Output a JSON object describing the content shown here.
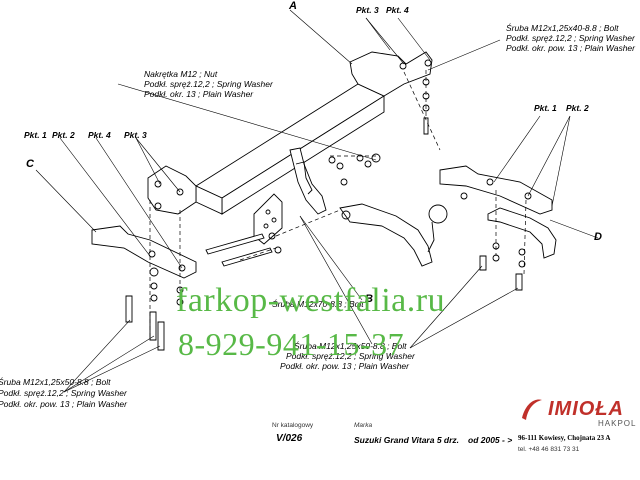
{
  "parts": {
    "A": "A",
    "C": "C",
    "D": "D",
    "B": "B"
  },
  "pkt_labels": {
    "top_3": "Pkt. 3",
    "top_4": "Pkt. 4",
    "left_1": "Pkt. 1",
    "left_2": "Pkt. 2",
    "left_4": "Pkt. 4",
    "left_3": "Pkt. 3",
    "right_1": "Pkt. 1",
    "right_2": "Pkt. 2"
  },
  "callouts": {
    "nut_1": "Nakrętka  M12 ; Nut",
    "nut_2": "Podkł. spręż.12,2 ; Spring Washer",
    "nut_3": "Podkł. okr. 13 ; Plain Washer",
    "top_bolt_1": "Śruba M12x1,25x40-8.8 ;  Bolt",
    "top_bolt_2": "Podkł. spręż.12,2 ; Spring Washer",
    "top_bolt_3": "Podkł. okr. pow. 13 ; Plain Washer",
    "mid_bolt": "Śruba M12x70-8.8 ;  Bolt",
    "center_bolt_1": "Śruba M12x1,25x50-8.8 ;  Bolt",
    "center_bolt_2": "Podkł. spręż.12,2 ; Spring Washer",
    "center_bolt_3": "Podkł. okr. pow. 13 ; Plain Washer",
    "left_bolt_1": "Śruba M12x1,25x50-8.8 ;  Bolt",
    "left_bolt_2": "Podkł. spręż.12,2 ; Spring Washer",
    "left_bolt_3": "Podkł. okr. pow. 13 ; Plain Washer"
  },
  "watermark": {
    "site": "farkop-westfalia.ru",
    "phone": "8-929-941-15-37"
  },
  "footer": {
    "catalog_caption": "Nr katalogowy",
    "catalog_no": "V/026",
    "brand_caption": "Marka",
    "model": "Suzuki Grand Vitara 5 drz.",
    "year": "od 2005 - >",
    "logo": "IMIOŁA",
    "logo_sub": "HAKPOL",
    "address": "96-111 Kowiesy, Chojnata 23 A",
    "tel": "tel. +48 46 831 73 31"
  }
}
